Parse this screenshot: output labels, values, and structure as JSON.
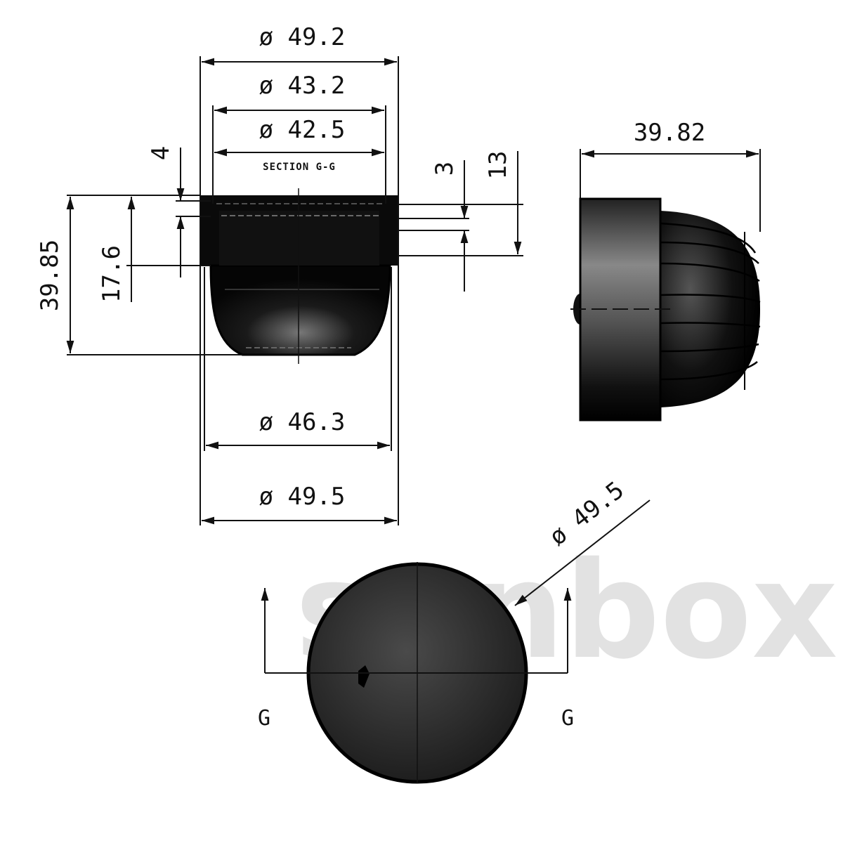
{
  "drawing": {
    "section_label": "SECTION G-G",
    "section_marker_left": "G",
    "section_marker_right": "G",
    "watermark": "sunbox",
    "dimensions": {
      "top_outer": "ø 49.2",
      "top_mid": "ø 43.2",
      "top_inner": "ø 42.5",
      "lower_body": "ø 46.3",
      "bottom_outer": "ø 49.5",
      "height_total": "39.85",
      "height_flange": "17.6",
      "lip": "4",
      "groove": "3",
      "flange_depth": "13",
      "side_length": "39.82",
      "face_diameter": "ø 49.5"
    },
    "colors": {
      "line": "#111111",
      "part": "#0a0a0a",
      "watermark": "#d9d9d9"
    }
  }
}
